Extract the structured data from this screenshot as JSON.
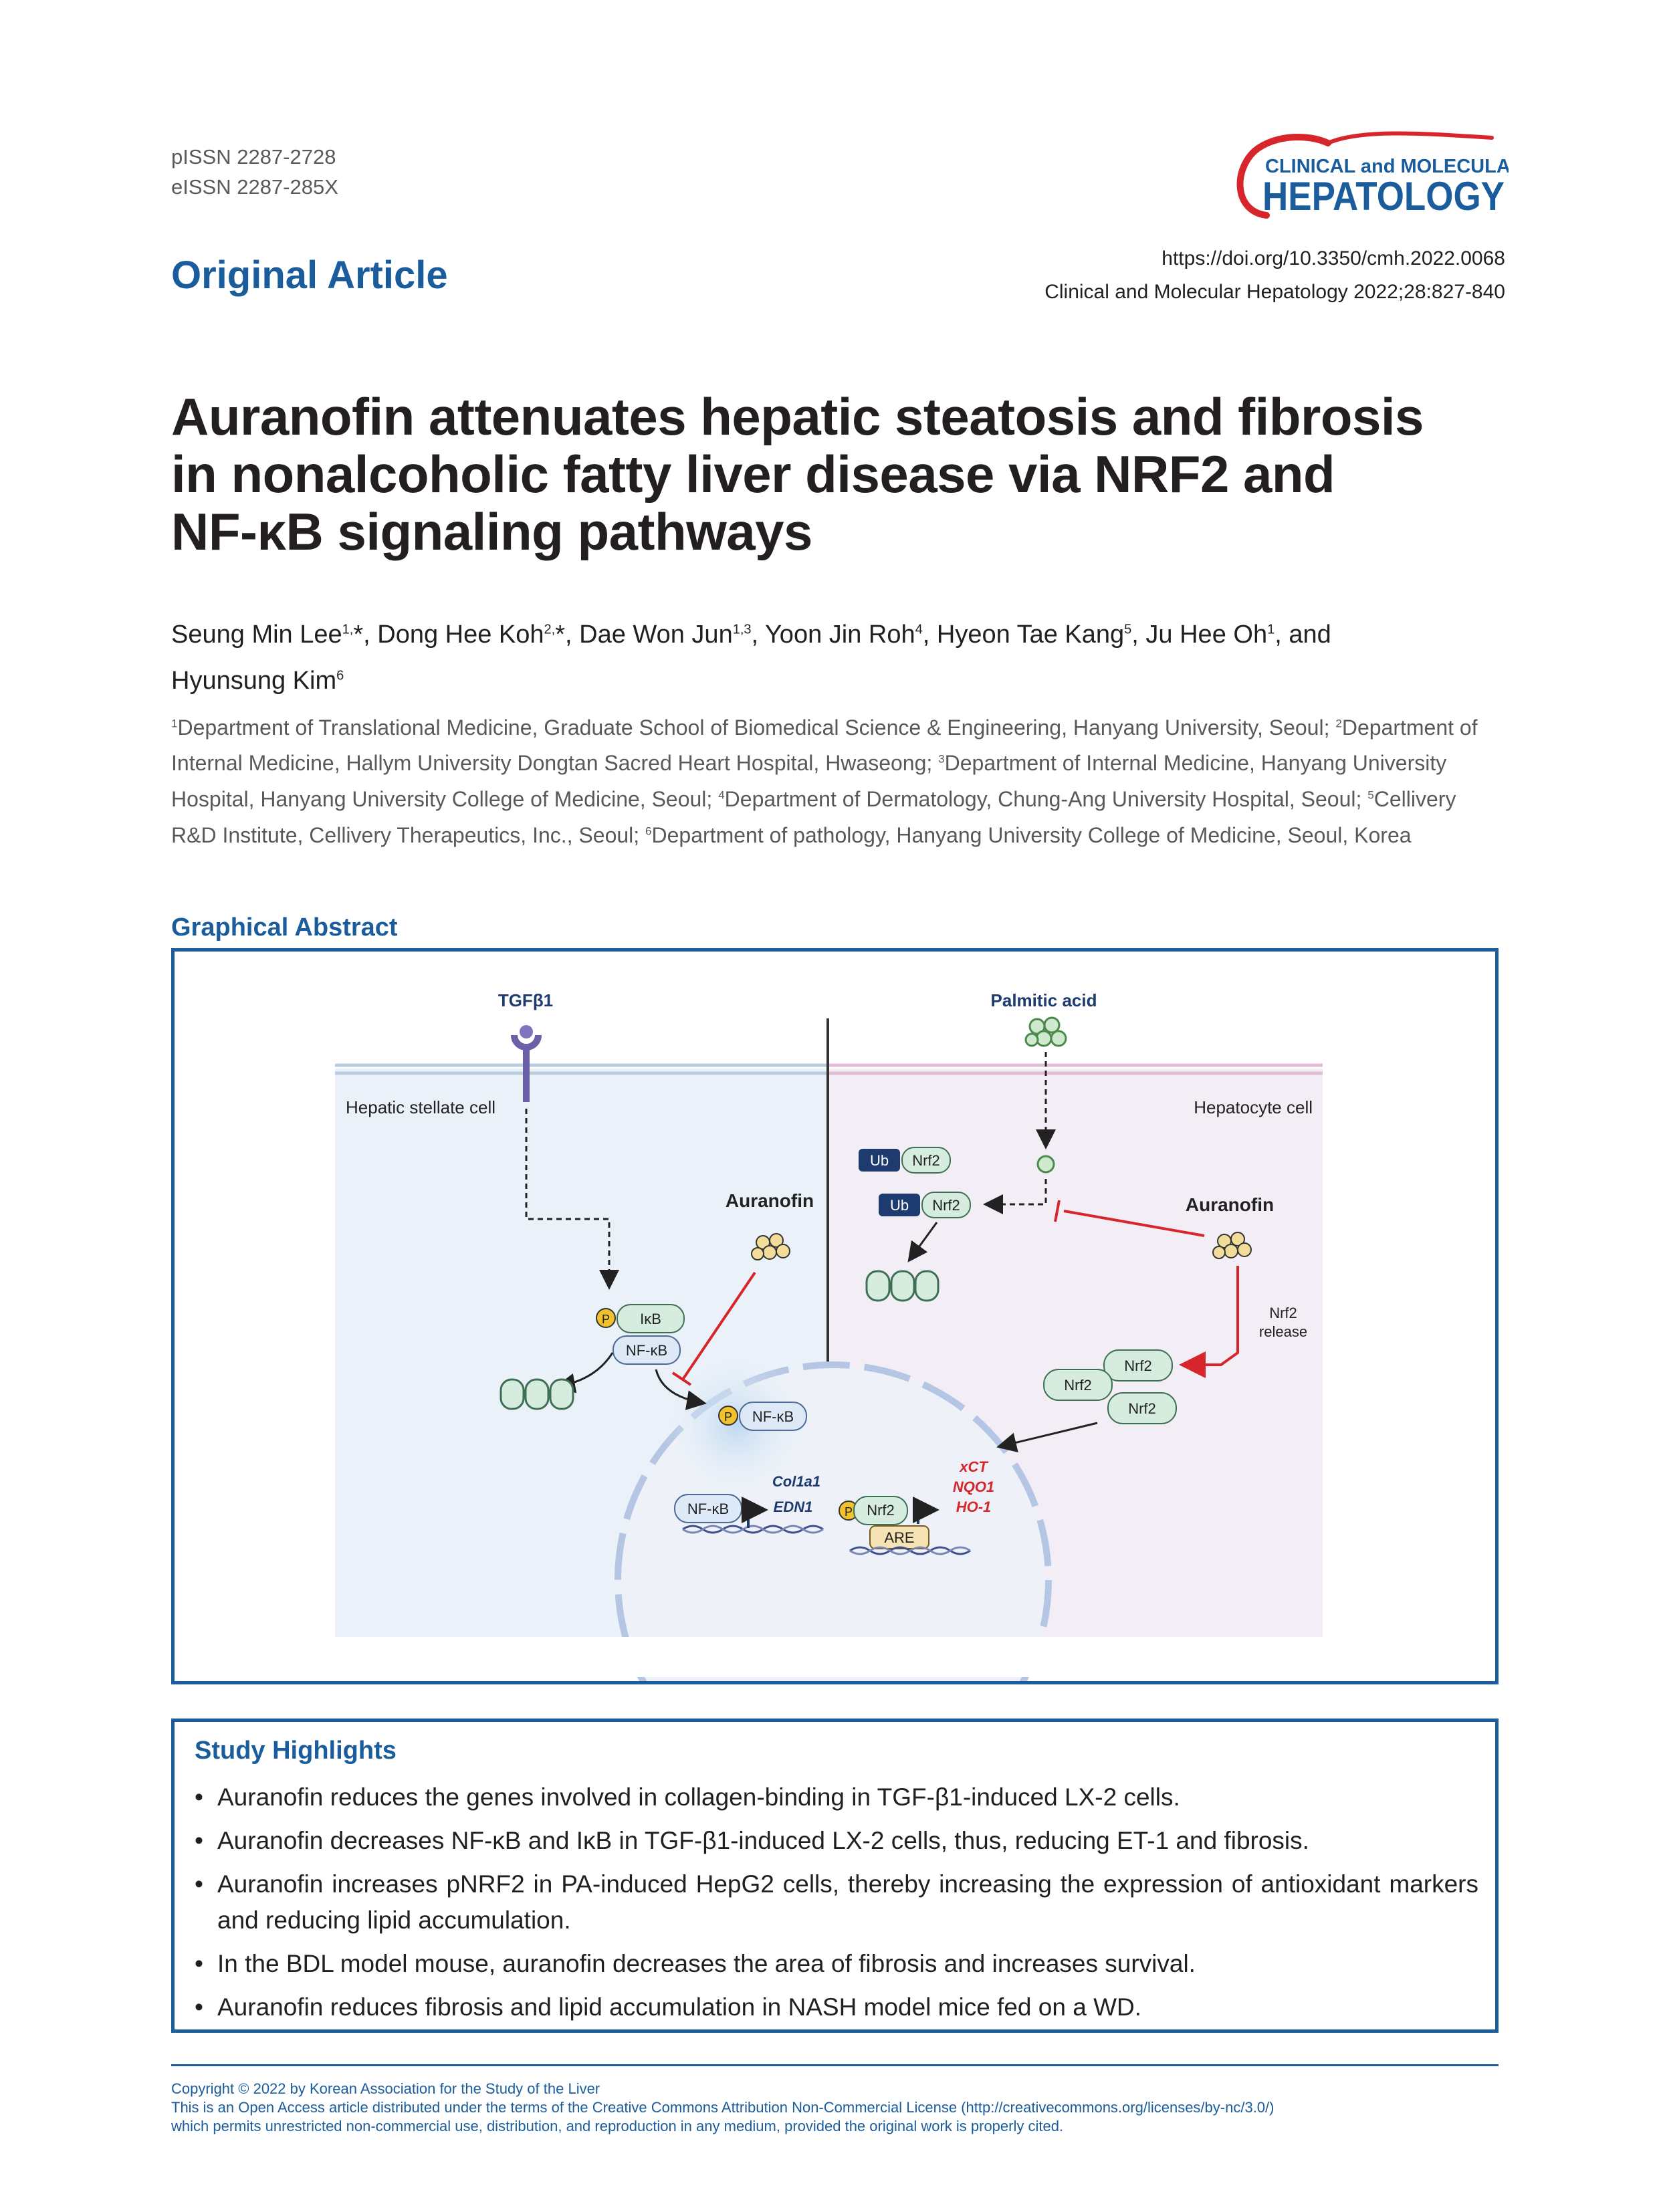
{
  "header": {
    "pissn": "pISSN 2287-2728",
    "eissn": "eISSN 2287-285X",
    "logo_line1": "CLINICAL and MOLECULAR",
    "logo_line2": "HEPATOLOGY",
    "doi": "https://doi.org/10.3350/cmh.2022.0068",
    "citation": "Clinical and Molecular Hepatology 2022;28:827-840",
    "article_type": "Original Article"
  },
  "title": {
    "line1": "Auranofin attenuates hepatic steatosis and fibrosis",
    "line2": "in nonalcoholic fatty liver disease via NRF2 and",
    "line3": "NF-κB signaling pathways"
  },
  "authors": [
    {
      "name": "Seung Min Lee",
      "sup": "1,",
      "mark": "*",
      "sep": ", "
    },
    {
      "name": "Dong Hee Koh",
      "sup": "2,",
      "mark": "*",
      "sep": ", "
    },
    {
      "name": "Dae Won Jun",
      "sup": "1,3",
      "mark": "",
      "sep": ", "
    },
    {
      "name": "Yoon Jin Roh",
      "sup": "4",
      "mark": "",
      "sep": ", "
    },
    {
      "name": "Hyeon Tae Kang",
      "sup": "5",
      "mark": "",
      "sep": ", "
    },
    {
      "name": "Ju Hee Oh",
      "sup": "1",
      "mark": "",
      "sep": ", and "
    },
    {
      "name": "Hyunsung Kim",
      "sup": "6",
      "mark": "",
      "sep": ""
    }
  ],
  "affiliations": [
    {
      "num": "1",
      "text": "Department of Translational Medicine, Graduate School of Biomedical Science & Engineering, Hanyang University, Seoul; "
    },
    {
      "num": "2",
      "text": "Department of Internal Medicine, Hallym University Dongtan Sacred Heart Hospital, Hwaseong; "
    },
    {
      "num": "3",
      "text": "Department of Internal Medicine, Hanyang University Hospital, Hanyang University College of Medicine, Seoul; "
    },
    {
      "num": "4",
      "text": "Department of Dermatology, Chung-Ang University Hospital, Seoul; "
    },
    {
      "num": "5",
      "text": "Cellivery R&D Institute, Cellivery Therapeutics, Inc., Seoul; "
    },
    {
      "num": "6",
      "text": "Department of pathology, Hanyang University College of Medicine, Seoul, Korea"
    }
  ],
  "graphical_abstract": {
    "heading": "Graphical Abstract",
    "tgfb1": "TGFβ1",
    "palmitic_acid": "Palmitic acid",
    "hepatic_stellate_cell": "Hepatic stellate cell",
    "hepatocyte_cell": "Hepatocyte cell",
    "auranofin": "Auranofin",
    "ub": "Ub",
    "nrf2": "Nrf2",
    "ikb": "IκB",
    "nfkb": "NF-κB",
    "p": "P",
    "nrf2_release_1": "Nrf2",
    "nrf2_release_2": "release",
    "col1a1": "Col1a1",
    "edn1": "EDN1",
    "are": "ARE",
    "xct": "xCT",
    "nqo1": "NQO1",
    "ho1": "HO-1",
    "colors": {
      "accent": "#1a5c9c",
      "inhibit": "#d7262b",
      "left_bg": "#eaf1f8",
      "right_bg": "#f3eef5"
    }
  },
  "study_highlights": {
    "heading": "Study Highlights",
    "items": [
      "Auranofin reduces the genes involved in collagen-binding in TGF-β1-induced LX-2 cells.",
      "Auranofin decreases NF-κB and IκB in TGF-β1-induced LX-2 cells, thus, reducing ET-1 and fibrosis.",
      "Auranofin increases pNRF2 in PA-induced HepG2 cells, thereby increasing the expression of antioxidant markers and reducing lipid accumulation.",
      "In the BDL model mouse, auranofin decreases the area of fibrosis and increases survival.",
      "Auranofin reduces fibrosis and lipid accumulation in NASH model mice fed on a WD."
    ]
  },
  "footer": {
    "copyright": "Copyright © 2022 by Korean Association for the Study of the Liver",
    "license_line1": "This is an Open Access article distributed under the terms of the Creative Commons Attribution Non-Commercial License (http://creativecommons.org/licenses/by-nc/3.0/)",
    "license_line2": "which permits unrestricted non-commercial use, distribution, and reproduction in any medium, provided the original work is properly cited."
  }
}
